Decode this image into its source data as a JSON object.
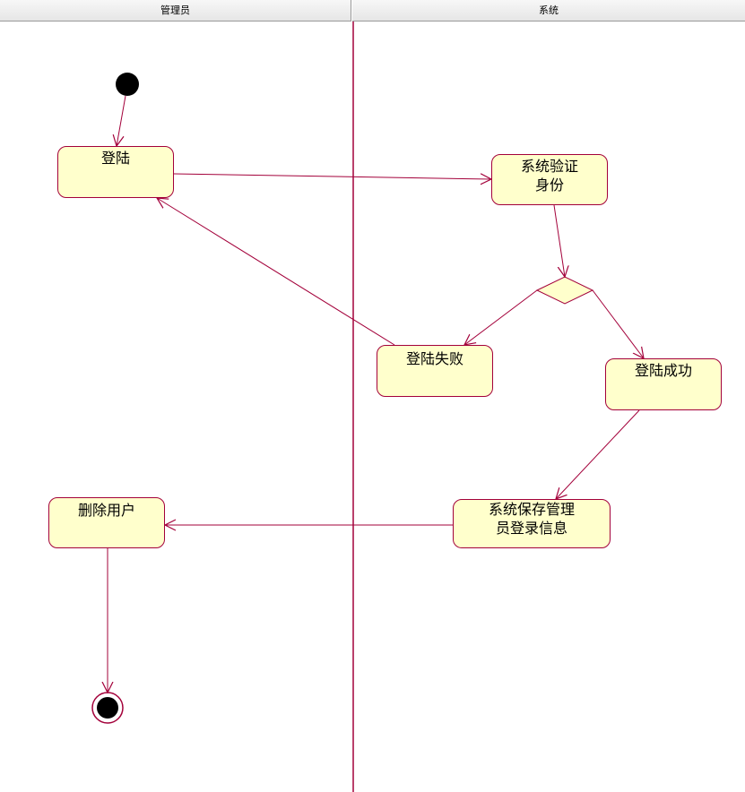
{
  "swimlanes": [
    {
      "label": "管理员"
    },
    {
      "label": "系统"
    }
  ],
  "nodes": {
    "login": "登陆",
    "verify": "系统验证\n身份",
    "fail": "登陆失败",
    "success": "登陆成功",
    "save": "系统保存管理\n员登录信息",
    "delete": "删除用户"
  },
  "colors": {
    "stroke": "#a3003a",
    "fill": "#ffffcc",
    "start": "#000000"
  }
}
